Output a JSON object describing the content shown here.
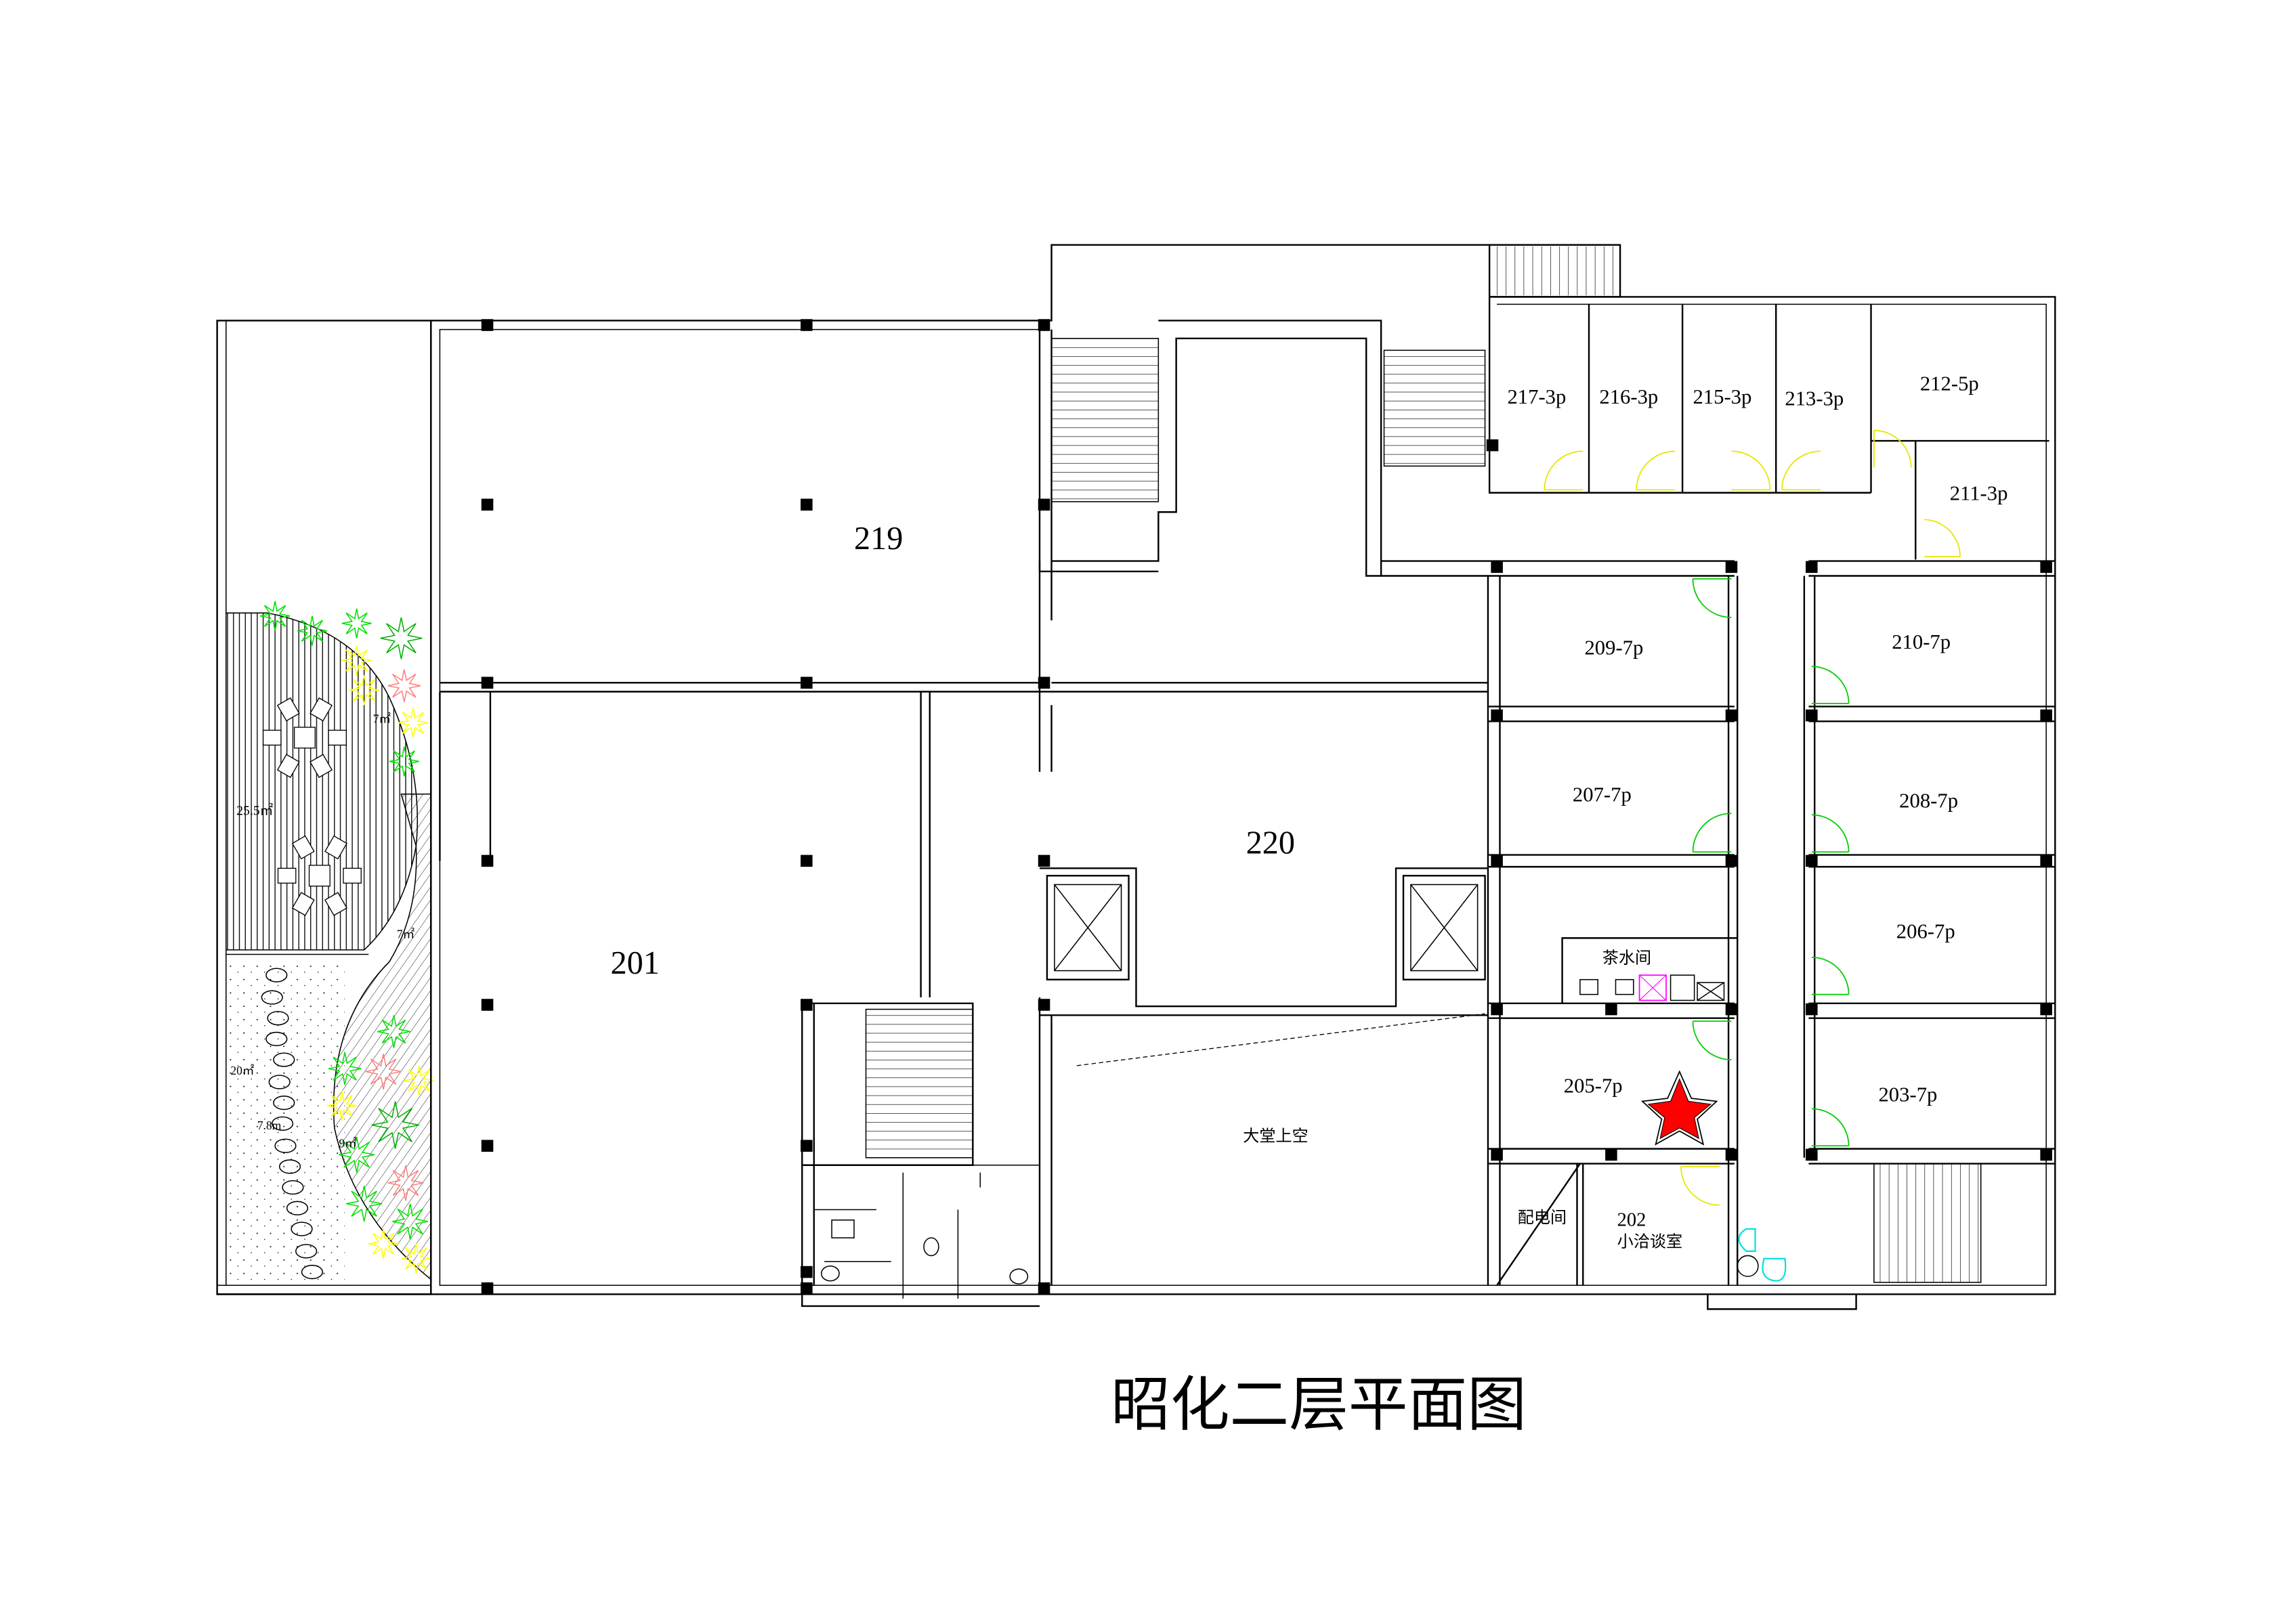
{
  "title": "昭化二层平面图",
  "rooms": {
    "r219": "219",
    "r220": "220",
    "r201": "201",
    "r217": "217-3p",
    "r216": "216-3p",
    "r215": "215-3p",
    "r213": "213-3p",
    "r212": "212-5p",
    "r211": "211-3p",
    "r209": "209-7p",
    "r210": "210-7p",
    "r207": "207-7p",
    "r208": "208-7p",
    "r206": "206-7p",
    "r205": "205-7p",
    "r203": "203-7p",
    "r202": "202",
    "r202_sub": "小洽谈室",
    "tea": "茶水间",
    "power": "配电间",
    "lobby_void": "大堂上空"
  },
  "garden": {
    "deck_area": "25.5㎡",
    "plant_top_area": "7㎡",
    "hatch_area": "7㎡",
    "gravel_area": "20㎡",
    "path_length": "7.8m",
    "plant_bottom_area": "9㎡"
  },
  "colors": {
    "walls": "#000000",
    "door_green": "#00cc00",
    "door_yellow": "#e6e600",
    "marker_star": "#ff0000",
    "plant_green": "#00e000",
    "plant_yellow": "#ffff00",
    "plant_pink": "#ff8080",
    "furniture_cyan": "#00e0e0",
    "fixture_magenta": "#ff00ff"
  },
  "marker": {
    "room": "205-7p",
    "icon": "star-icon"
  }
}
